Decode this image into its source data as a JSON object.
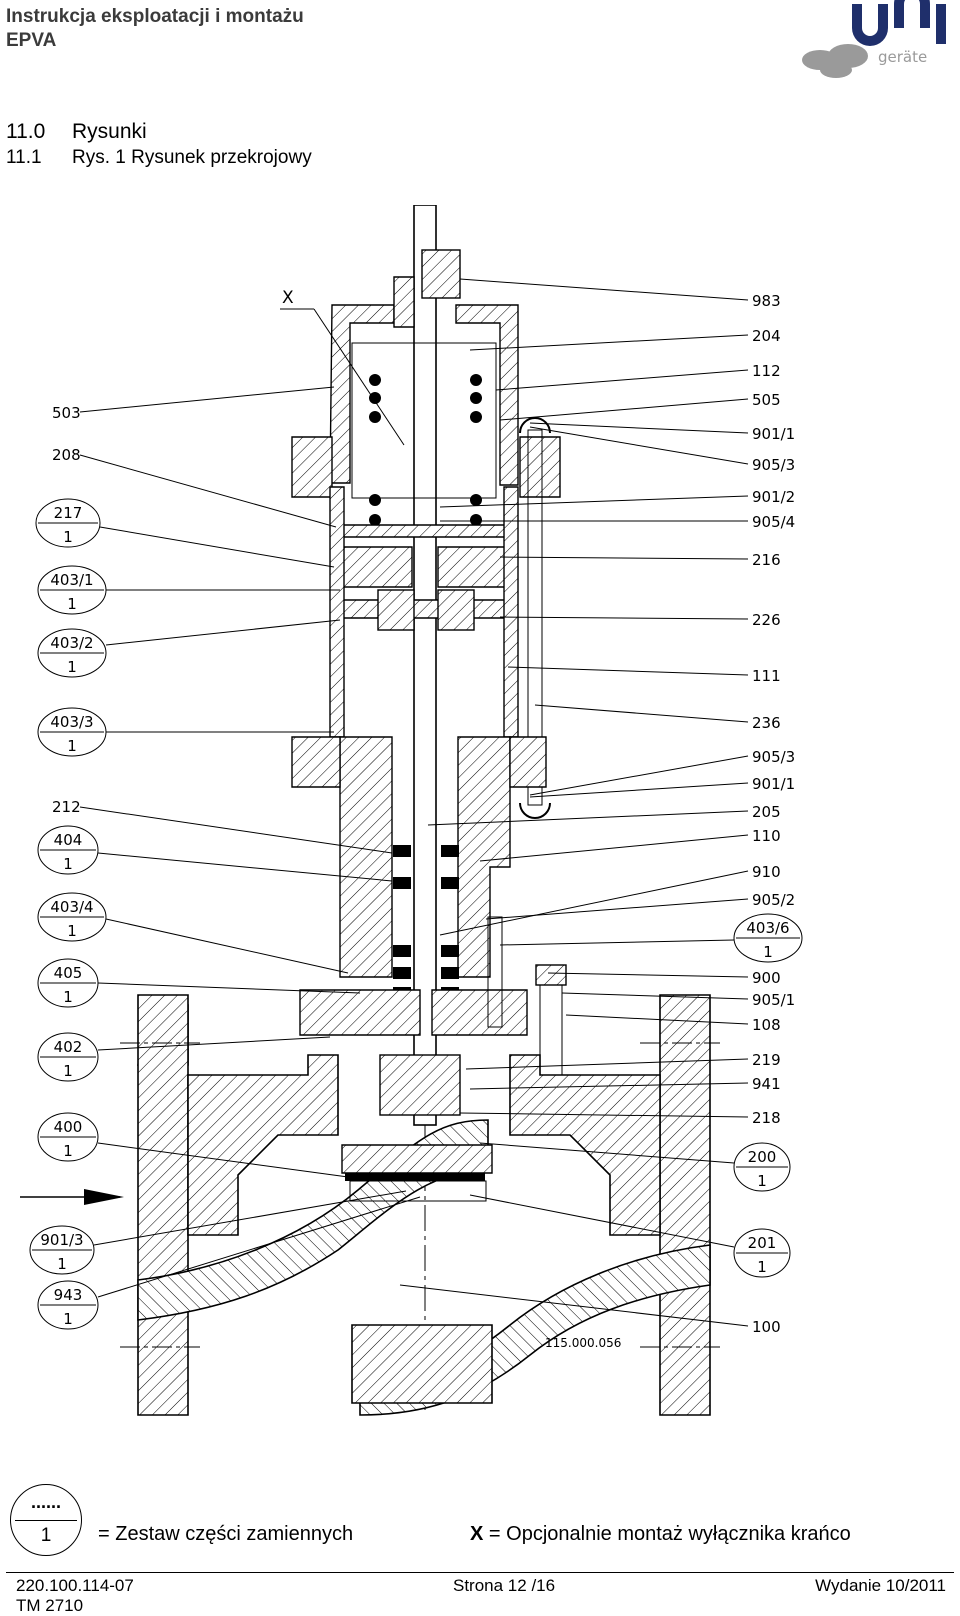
{
  "header": {
    "title": "Instrukcja eksploatacji i montażu",
    "product": "EPVA"
  },
  "logo": {
    "brand": "uni",
    "sub": "geräte"
  },
  "section": {
    "number": "11.0",
    "title": "Rysunki",
    "sub_number": "11.1",
    "sub_title": "Rys. 1 Rysunek przekrojowy"
  },
  "drawing": {
    "x_marker": "X",
    "drawing_number": "115.000.056",
    "left_labels": [
      "503",
      "208",
      "212"
    ],
    "left_bubbles": [
      {
        "top": "217",
        "bottom": "1"
      },
      {
        "top": "403/1",
        "bottom": "1"
      },
      {
        "top": "403/2",
        "bottom": "1"
      },
      {
        "top": "403/3",
        "bottom": "1"
      },
      {
        "top": "404",
        "bottom": "1"
      },
      {
        "top": "403/4",
        "bottom": "1"
      },
      {
        "top": "405",
        "bottom": "1"
      },
      {
        "top": "402",
        "bottom": "1"
      },
      {
        "top": "400",
        "bottom": "1"
      },
      {
        "top": "901/3",
        "bottom": "1"
      },
      {
        "top": "943",
        "bottom": "1"
      }
    ],
    "right_labels": [
      "983",
      "204",
      "112",
      "505",
      "901/1",
      "905/3",
      "901/2",
      "905/4",
      "216",
      "226",
      "111",
      "236",
      "905/3",
      "901/1",
      "205",
      "110",
      "910",
      "905/2",
      "900",
      "905/1",
      "108",
      "219",
      "941",
      "218",
      "100"
    ],
    "right_bubbles": [
      {
        "top": "403/6",
        "bottom": "1"
      },
      {
        "top": "200",
        "bottom": "1"
      },
      {
        "top": "201",
        "bottom": "1"
      }
    ]
  },
  "legend": {
    "dots": "......",
    "qty": "1",
    "spare_text": "= Zestaw części zamiennych",
    "x_symbol": "X",
    "x_text": " = Opcjonalnie montaż wyłącznika krańco"
  },
  "footer": {
    "doc_number": "220.100.114-07",
    "tm": "TM 2710",
    "page": "Strona 12 /16",
    "edition": "Wydanie 10/2011"
  }
}
